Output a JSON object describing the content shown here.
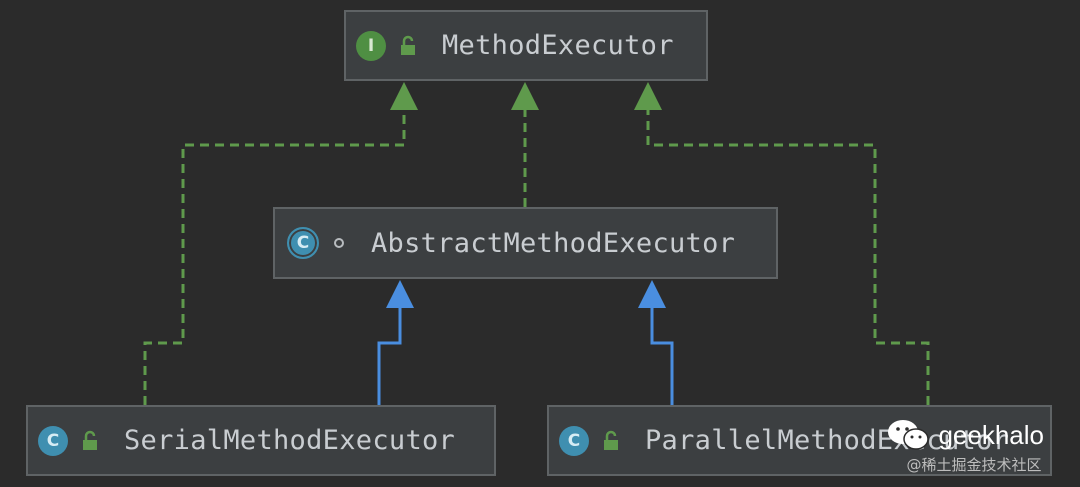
{
  "diagram": {
    "nodes": {
      "method_executor": {
        "label": "MethodExecutor",
        "kind": "interface",
        "badge": "I",
        "modifier_icon": "open-lock-icon"
      },
      "abstract_method_executor": {
        "label": "AbstractMethodExecutor",
        "kind": "abstract-class",
        "badge": "C",
        "modifier_icon": "package-dot-icon"
      },
      "serial_method_executor": {
        "label": "SerialMethodExecutor",
        "kind": "class",
        "badge": "C",
        "modifier_icon": "open-lock-icon"
      },
      "parallel_method_executor": {
        "label": "ParallelMethodExecutor",
        "kind": "class",
        "badge": "C",
        "modifier_icon": "open-lock-icon"
      }
    },
    "edges": [
      {
        "from": "serial_method_executor",
        "to": "method_executor",
        "type": "implements"
      },
      {
        "from": "abstract_method_executor",
        "to": "method_executor",
        "type": "implements"
      },
      {
        "from": "parallel_method_executor",
        "to": "method_executor",
        "type": "implements"
      },
      {
        "from": "serial_method_executor",
        "to": "abstract_method_executor",
        "type": "extends"
      },
      {
        "from": "parallel_method_executor",
        "to": "abstract_method_executor",
        "type": "extends"
      }
    ],
    "colors": {
      "background": "#2b2b2b",
      "node_fill": "#3c3f41",
      "node_border": "#5f6365",
      "implements_arrow": "#5f9a4c",
      "extends_arrow": "#4a8ee0",
      "interface_badge": "#4f8f43",
      "class_badge": "#3f8fb0"
    }
  },
  "watermark": {
    "name": "geekhalo",
    "site": "@稀土掘金技术社区",
    "icon": "wechat-icon"
  }
}
